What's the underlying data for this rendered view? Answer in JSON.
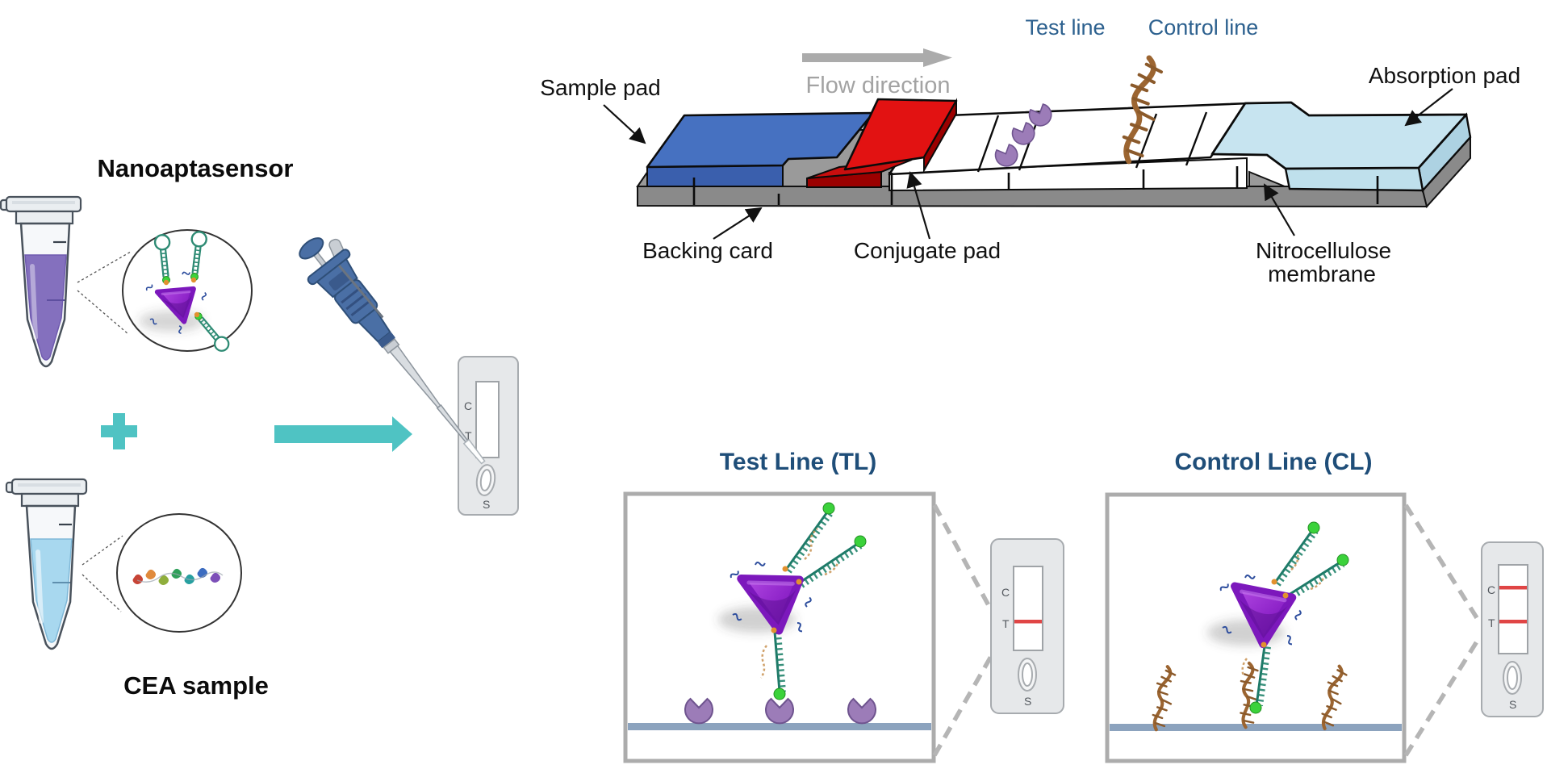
{
  "labels": {
    "nanoaptasensor": "Nanoaptasensor",
    "cea_sample": "CEA sample"
  },
  "strip": {
    "sample_pad": "Sample pad",
    "flow_direction": "Flow direction",
    "test_line": "Test line",
    "control_line": "Control line",
    "absorption_pad": "Absorption pad",
    "backing_card": "Backing card",
    "conjugate_pad": "Conjugate pad",
    "nitrocellulose_line1": "Nitrocellulose",
    "nitrocellulose_line2": "membrane"
  },
  "panels": {
    "tl_title": "Test Line (TL)",
    "cl_title": "Control Line (CL)"
  },
  "cassette": {
    "c": "C",
    "t": "T",
    "s": "S"
  },
  "colors": {
    "label_blue": "#1F4E79",
    "strip_label_blue": "#2D618F",
    "flow_gray": "#A3A3A3",
    "sample_pad_blue": "#4671C1",
    "conjugate_pad_red": "#E21212",
    "absorption_pad_blue": "#C7E4F0",
    "backing_card_gray": "#8A8A8A",
    "nanoparticle_purple": "#8E24C9",
    "aptamer_teal": "#2E8B74",
    "receptor_purple": "#9C7CB8",
    "dna_brown": "#9C6531",
    "result_line_red": "#E04545",
    "mix_arrow_teal": "#4FC3C3",
    "membrane_strip_blue": "#8CA3BE"
  }
}
